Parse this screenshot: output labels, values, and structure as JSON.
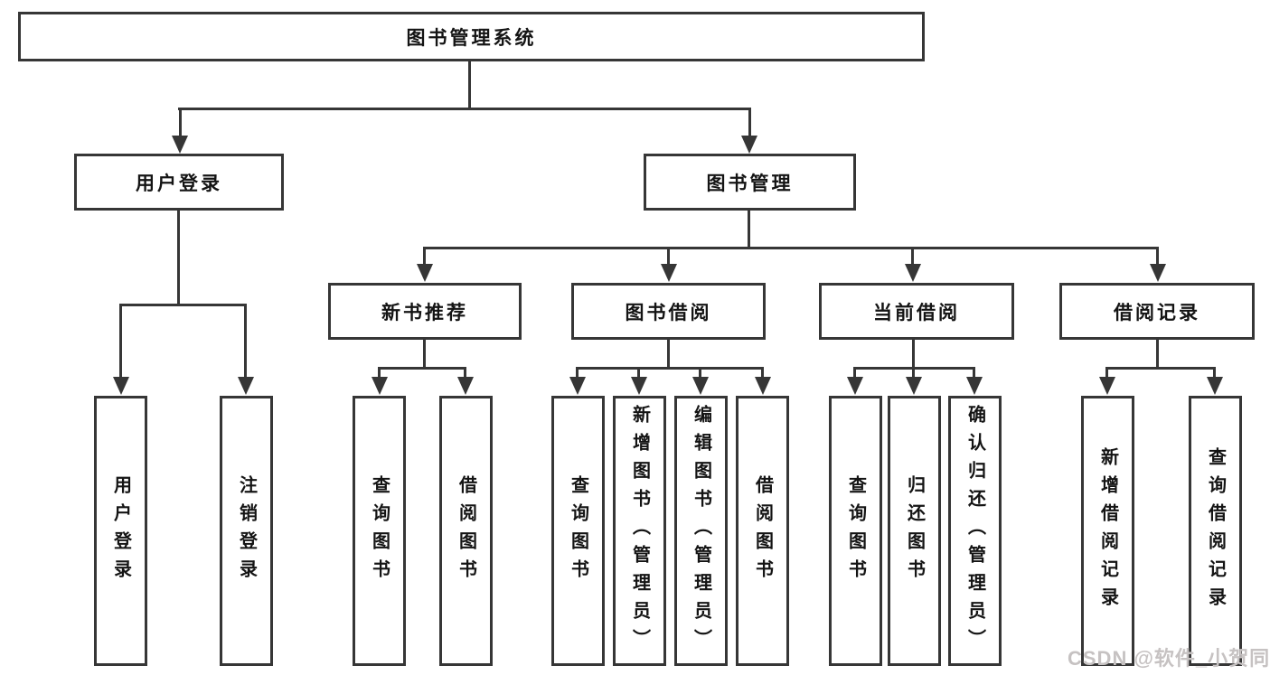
{
  "watermark": {
    "text": "CSDN @软件_小贺同学"
  },
  "colors": {
    "line": "#363636",
    "text": "#141414",
    "background": "#ffffff",
    "watermark": "#c6c2c2"
  },
  "chart_data": {
    "type": "tree-diagram",
    "title": "图书管理系统"
  },
  "tree": {
    "root": {
      "label": "图书管理系统",
      "children": [
        {
          "label": "用户登录",
          "children": [
            {
              "label": "用户登录"
            },
            {
              "label": "注销登录"
            }
          ]
        },
        {
          "label": "图书管理",
          "children": [
            {
              "label": "新书推荐",
              "children": [
                {
                  "label": "查询图书"
                },
                {
                  "label": "借阅图书"
                }
              ]
            },
            {
              "label": "图书借阅",
              "children": [
                {
                  "label": "查询图书"
                },
                {
                  "label": "新增图书（管理员）"
                },
                {
                  "label": "编辑图书（管理员）"
                },
                {
                  "label": "借阅图书"
                }
              ]
            },
            {
              "label": "当前借阅",
              "children": [
                {
                  "label": "查询图书"
                },
                {
                  "label": "归还图书"
                },
                {
                  "label": "确认归还（管理员）"
                }
              ]
            },
            {
              "label": "借阅记录",
              "children": [
                {
                  "label": "新增借阅记录"
                },
                {
                  "label": "查询借阅记录"
                }
              ]
            }
          ]
        }
      ]
    }
  }
}
